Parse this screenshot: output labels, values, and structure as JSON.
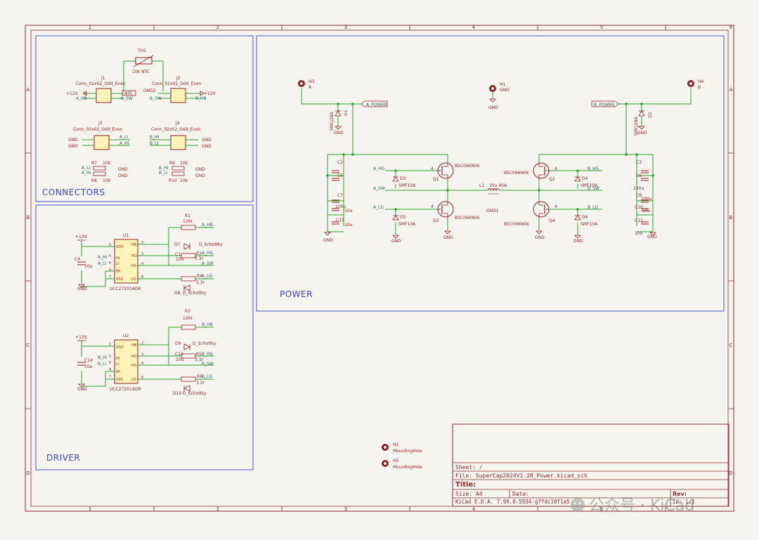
{
  "frame": {
    "cols": [
      "1",
      "2",
      "3",
      "4",
      "5",
      "6"
    ],
    "rows": [
      "A",
      "B",
      "C",
      "D"
    ]
  },
  "sections": {
    "connectors": "CONNECTORS",
    "driver": "DRIVER",
    "power": "POWER"
  },
  "connectors": {
    "th1": {
      "ref": "TH1",
      "value": "10k NTC"
    },
    "j1": {
      "ref": "J1",
      "value": "Conn_02x02_Odd_Even"
    },
    "j2": {
      "ref": "J2",
      "value": "Conn_02x02_Odd_Even"
    },
    "j3": {
      "ref": "J3",
      "value": "Conn_02x02_Odd_Even"
    },
    "j4": {
      "ref": "J4",
      "value": "Conn_02x02_Odd_Even"
    },
    "ntc_label": "NTC",
    "gnd2": "GND2",
    "p12v": "+12V",
    "gnd": "GND",
    "a_hb": "A_HB",
    "a_sw": "A_SW",
    "b_sw": "B_SW",
    "b_hb": "B_HB",
    "a_li": "A_LI",
    "a_hi": "A_HI",
    "b_hi": "B_HI",
    "b_li": "B_LI",
    "r7": "R7",
    "r8": "R8",
    "r9": "R9",
    "r10": "R10",
    "r10k": "10k"
  },
  "driver": {
    "p12v": "+12V",
    "gnd": "GND",
    "u1": "U1",
    "u2": "U2",
    "ic": "UCC27201ADR",
    "pins_left": [
      "VDD",
      "HI",
      "LI",
      "EP",
      "VSS"
    ],
    "pins_right": [
      "HB",
      "HO",
      "HS",
      "LO"
    ],
    "pinnum_left": [
      "1",
      "5",
      "6",
      "9",
      "7"
    ],
    "pinnum_right": [
      "2",
      "3",
      "4",
      "8"
    ],
    "c4": "C4",
    "c14": "C14",
    "c1": "C1",
    "c13": "C13",
    "c10u": "10u",
    "r1": "R1",
    "r2": "R2",
    "r120": "120r",
    "r3": "R3",
    "r4": "R4",
    "r5": "R5",
    "r6": "R6",
    "r33": "3.3r",
    "d7": "D7",
    "d8": "D8",
    "d9": "D9",
    "d10": "D10",
    "schottky": "D_Schottky",
    "a_hb": "A_HB",
    "a_hg": "A_HG",
    "a_sw": "A_SW",
    "a_lg": "A_LG",
    "a_hi": "A_HI",
    "a_li": "A_LI",
    "b_hb": "B_HB",
    "b_hg": "B_HG",
    "b_sw": "B_SW",
    "b_lg": "B_LG",
    "b_hi": "B_HI",
    "b_li": "B_LI"
  },
  "power": {
    "h3": "H3",
    "h1": "H1",
    "h4": "H4",
    "a": "A",
    "b": "B",
    "gnd": "GND",
    "a_power": "A_POWER",
    "b_power": "B_POWER",
    "d1": "D1",
    "d2": "D2",
    "smcj": "SMCJ28A",
    "c2": "C2",
    "c5": "C5",
    "c7": "C7",
    "c11": "C11",
    "c3": "C3",
    "c6": "C6",
    "c8": "C8",
    "c10": "C10",
    "c12": "C12",
    "v100u": "100u",
    "v10u": "10u",
    "v220u": "220u",
    "q1": "Q1",
    "q2": "Q2",
    "q3": "Q3",
    "q4": "Q4",
    "mos": "BSC066N06",
    "d3": "D3",
    "d4": "D4",
    "d5": "D5",
    "d6": "D6",
    "smf": "SMF10A",
    "a_hg": "A_HG",
    "a_sw": "A_SW",
    "a_lg": "A_LG",
    "b_hg": "B_HG",
    "b_sw": "B_SW",
    "b_lg": "B_LG",
    "l1": "L1",
    "l1v": "10u 40A",
    "gnd1": "GND1",
    "pin4": "4"
  },
  "holes": {
    "h2": "H2",
    "h5": "H5",
    "mh": "MountingHole"
  },
  "title_block": {
    "sheet": "Sheet: /",
    "file": "File: SuperCap2024V1.2R_Power.kicad_sch",
    "title": "Title:",
    "size": "Size: A4",
    "date": "Date:",
    "rev": "Rev:",
    "kicad": "KiCad E.D.A. 7.99.0-5934-g7fdc10f1a5",
    "id": "Id: 1/1"
  },
  "watermark": "公众号 · KiCad",
  "colors": {
    "paper": "#f5f4ef",
    "frame": "#8c2a2a",
    "wire": "#2ea02e",
    "part": "#8e1f1f",
    "fill": "#fff4b8",
    "label": "#2a5d5d",
    "sheetbox": "#4b55c8",
    "section": "#3a46b5"
  }
}
